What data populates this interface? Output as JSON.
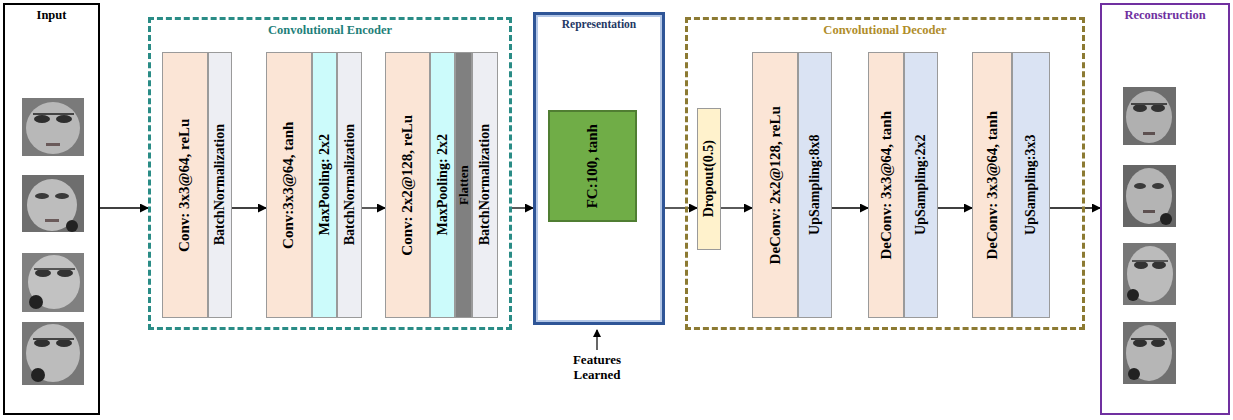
{
  "diagram": {
    "nodes": [
      {
        "text": [
          "Input"
        ]
      },
      {
        "text": [
          "Convolutional Encoder"
        ]
      },
      {
        "text": [
          "Conv: 3x3@64, reLu"
        ],
        "in": 1
      },
      {
        "text": [
          "BatchNormalization"
        ],
        "in": 1
      },
      {
        "text": [
          "Conv:3x3@64, tanh"
        ],
        "in": 1
      },
      {
        "text": [
          "MaxPooling: 2x2"
        ],
        "in": 1
      },
      {
        "text": [
          "BatchNormalization"
        ],
        "in": 1
      },
      {
        "text": [
          "Conv: 2x2@128, reLu"
        ],
        "in": 1
      },
      {
        "text": [
          "MaxPooling: 2x2"
        ],
        "in": 1
      },
      {
        "text": [
          "Flatten"
        ],
        "in": 1
      },
      {
        "text": [
          "BatchNormalization"
        ],
        "in": 1
      },
      {
        "text": [
          "Representation"
        ]
      },
      {
        "text": [
          "FC:100, tanh"
        ],
        "in": 11
      },
      {
        "text": [
          "Convolutional Decoder"
        ]
      },
      {
        "text": [
          "Dropout(0.5)"
        ],
        "in": 13
      },
      {
        "text": [
          "DeConv: 2x2@128, reLu"
        ],
        "in": 13
      },
      {
        "text": [
          "UpSampling:8x8"
        ],
        "in": 13
      },
      {
        "text": [
          "DeConv: 3x3@64, tanh"
        ],
        "in": 13
      },
      {
        "text": [
          "UpSampling:2x2"
        ],
        "in": 13
      },
      {
        "text": [
          "DeConv: 3x3@64, tanh"
        ],
        "in": 13
      },
      {
        "text": [
          "UpSampling:3x3"
        ],
        "in": 13
      },
      {
        "text": [
          "Reconstruction"
        ]
      }
    ],
    "edges": [
      {
        "from": 0,
        "to": 1,
        "arrow": "to"
      },
      {
        "from": 3,
        "to": 4,
        "arrow": "to"
      },
      {
        "from": 6,
        "to": 7,
        "arrow": "to"
      },
      {
        "from": 1,
        "to": 11,
        "arrow": "to"
      },
      {
        "from": 11,
        "to": 14,
        "arrow": "to"
      },
      {
        "from": 14,
        "to": 15,
        "arrow": "to"
      },
      {
        "from": 16,
        "to": 17,
        "arrow": "to"
      },
      {
        "from": 18,
        "to": 19,
        "arrow": "to"
      },
      {
        "from": 20,
        "to": 21,
        "arrow": "to"
      }
    ],
    "labels": [
      "Features Learned"
    ]
  }
}
